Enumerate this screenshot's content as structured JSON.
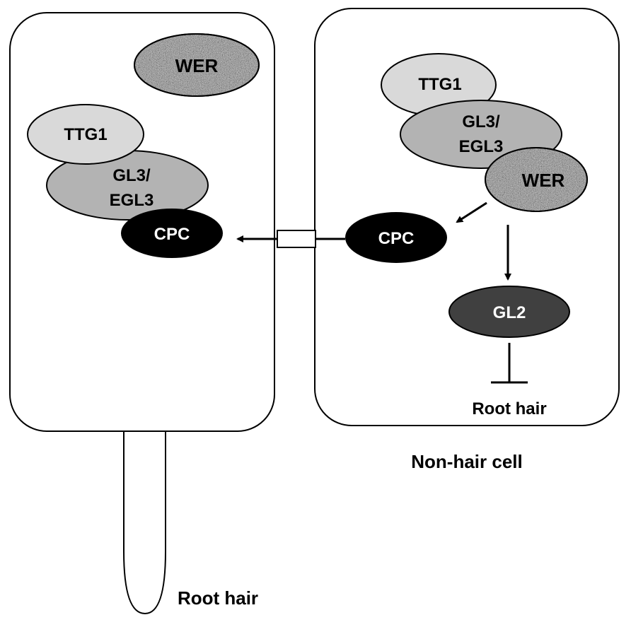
{
  "left_cell": {
    "wer": "WER",
    "ttg1": "TTG1",
    "gl3_line1": "GL3/",
    "gl3_line2": "EGL3",
    "cpc": "CPC",
    "caption": "Root hair"
  },
  "right_cell": {
    "ttg1": "TTG1",
    "gl3_line1": "GL3/",
    "gl3_line2": "EGL3",
    "wer": "WER",
    "cpc": "CPC",
    "gl2": "GL2",
    "inhibited_label": "Root hair",
    "caption": "Non-hair cell"
  },
  "colors": {
    "outline": "#000000",
    "cell_fill": "#ffffff",
    "ttg1_fill": "#d9d9d9",
    "gl3_fill": "#b3b3b3",
    "cpc_fill": "#000000",
    "gl2_fill": "#404040",
    "wer_base": "#8c8c8c"
  }
}
